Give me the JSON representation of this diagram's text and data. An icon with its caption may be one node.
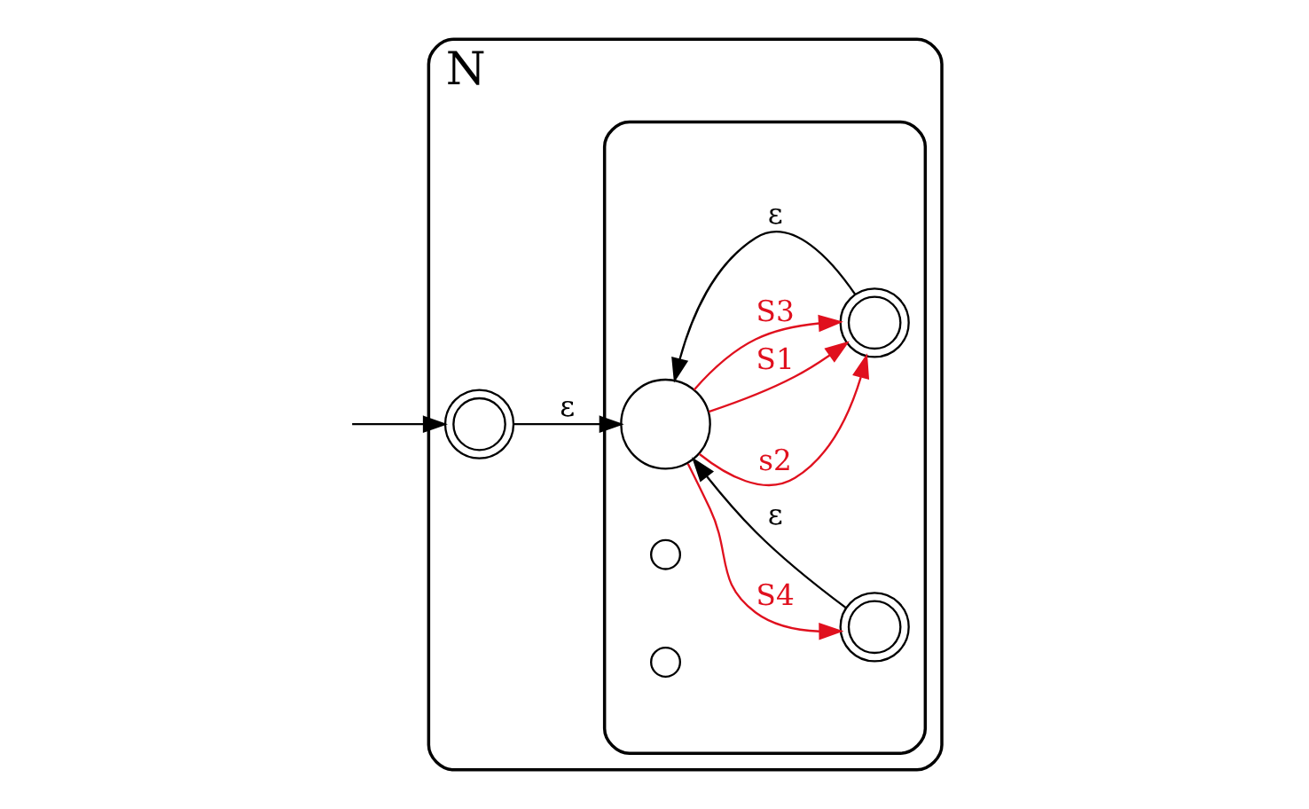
{
  "diagram": {
    "nodes": [
      {
        "text": [
          "N"
        ]
      },
      {
        "text": [],
        "shape": "box",
        "in": 0
      },
      {
        "text": [],
        "shape": "circle",
        "in": 0
      },
      {
        "text": [],
        "shape": "circle",
        "in": 1
      },
      {
        "text": [],
        "shape": "circle",
        "in": 1
      },
      {
        "text": [],
        "shape": "circle",
        "in": 1
      },
      {
        "text": [],
        "shape": "circle",
        "in": 1
      },
      {
        "text": [],
        "shape": "circle",
        "in": 1
      }
    ],
    "edges": [
      {
        "from": null,
        "to": 2,
        "arrow": "to"
      },
      {
        "from": 2,
        "to": 3,
        "arrow": "to",
        "label": "ε"
      },
      {
        "from": 4,
        "to": 3,
        "arrow": "to",
        "label": "ε"
      },
      {
        "from": 5,
        "to": 3,
        "arrow": "to",
        "label": "ε"
      },
      {
        "from": 3,
        "to": 4,
        "arrow": "to",
        "label": "S4",
        "color": "#e0101e"
      },
      {
        "from": 3,
        "to": 5,
        "arrow": "to",
        "label": "s2",
        "color": "#e0101e"
      },
      {
        "from": 3,
        "to": 5,
        "arrow": "to",
        "label": "S1",
        "color": "#e0101e"
      },
      {
        "from": 3,
        "to": 5,
        "arrow": "to",
        "label": "S3",
        "color": "#e0101e"
      }
    ]
  }
}
